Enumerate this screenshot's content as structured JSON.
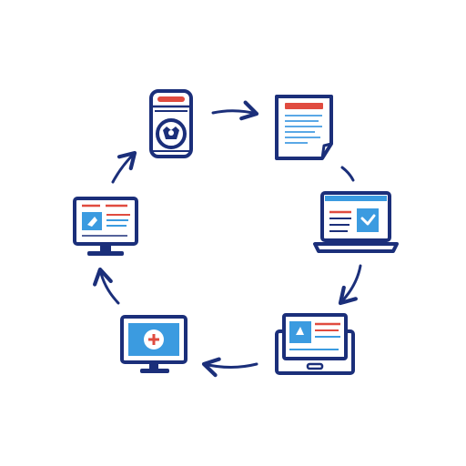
{
  "diagram": {
    "type": "cycle",
    "direction": "clockwise",
    "colors": {
      "stroke": "#1b2f7a",
      "accent_red": "#e04b3f",
      "accent_blue": "#3b9be0",
      "text_line_blue": "#5aa8e6",
      "background": "#ffffff"
    },
    "nodes": [
      {
        "id": "phone",
        "icon": "smartphone-with-camera-icon"
      },
      {
        "id": "document",
        "icon": "document-page-icon"
      },
      {
        "id": "laptop",
        "icon": "laptop-with-check-icon"
      },
      {
        "id": "tablet",
        "icon": "tablet-with-content-icon"
      },
      {
        "id": "desktop-plus",
        "icon": "desktop-monitor-plus-icon"
      },
      {
        "id": "desktop-web",
        "icon": "desktop-monitor-webpage-icon"
      }
    ],
    "arrows": [
      {
        "from": "phone",
        "to": "document"
      },
      {
        "from": "document",
        "to": "laptop"
      },
      {
        "from": "laptop",
        "to": "tablet"
      },
      {
        "from": "tablet",
        "to": "desktop-plus"
      },
      {
        "from": "desktop-plus",
        "to": "desktop-web"
      },
      {
        "from": "desktop-web",
        "to": "phone"
      }
    ]
  }
}
